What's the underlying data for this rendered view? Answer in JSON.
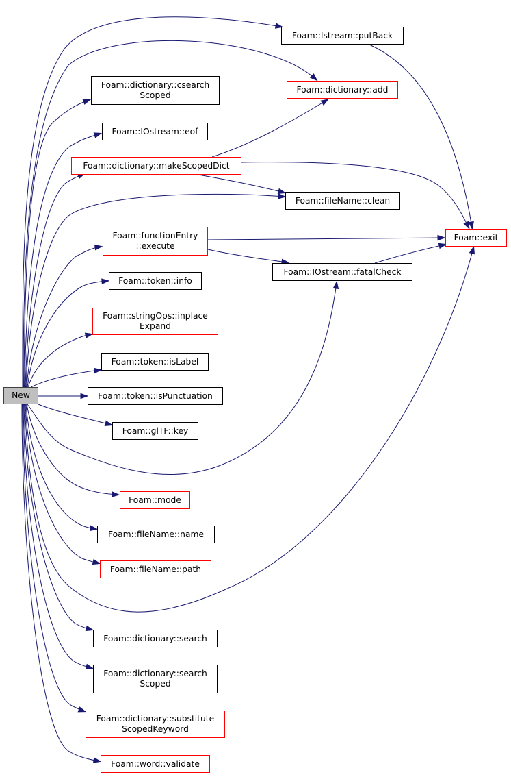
{
  "colors": {
    "edge": "#191970",
    "external_border": "#ff0000",
    "border": "#000000",
    "root_fill": "#bfbfbf"
  },
  "root": {
    "label": "New"
  },
  "nodes": [
    {
      "id": "istream-putback",
      "lines": [
        "Foam::Istream::putBack"
      ],
      "external": false
    },
    {
      "id": "dictionary-csearchscoped",
      "lines": [
        "Foam::dictionary::csearch",
        "Scoped"
      ],
      "external": false
    },
    {
      "id": "dictionary-add",
      "lines": [
        "Foam::dictionary::add"
      ],
      "external": true
    },
    {
      "id": "iostream-eof",
      "lines": [
        "Foam::IOstream::eof"
      ],
      "external": false
    },
    {
      "id": "dictionary-makescopeddict",
      "lines": [
        "Foam::dictionary::makeScopedDict"
      ],
      "external": true
    },
    {
      "id": "filename-clean",
      "lines": [
        "Foam::fileName::clean"
      ],
      "external": false
    },
    {
      "id": "functionentry-execute",
      "lines": [
        "Foam::functionEntry",
        "::execute"
      ],
      "external": true
    },
    {
      "id": "exit",
      "lines": [
        "Foam::exit"
      ],
      "external": true
    },
    {
      "id": "iostream-fatalcheck",
      "lines": [
        "Foam::IOstream::fatalCheck"
      ],
      "external": false
    },
    {
      "id": "token-info",
      "lines": [
        "Foam::token::info"
      ],
      "external": false
    },
    {
      "id": "stringops-inplaceexpand",
      "lines": [
        "Foam::stringOps::inplace",
        "Expand"
      ],
      "external": true
    },
    {
      "id": "token-islabel",
      "lines": [
        "Foam::token::isLabel"
      ],
      "external": false
    },
    {
      "id": "token-ispunctuation",
      "lines": [
        "Foam::token::isPunctuation"
      ],
      "external": false
    },
    {
      "id": "gltf-key",
      "lines": [
        "Foam::glTF::key"
      ],
      "external": false
    },
    {
      "id": "mode",
      "lines": [
        "Foam::mode"
      ],
      "external": true
    },
    {
      "id": "filename-name",
      "lines": [
        "Foam::fileName::name"
      ],
      "external": false
    },
    {
      "id": "filename-path",
      "lines": [
        "Foam::fileName::path"
      ],
      "external": true
    },
    {
      "id": "dictionary-search",
      "lines": [
        "Foam::dictionary::search"
      ],
      "external": false
    },
    {
      "id": "dictionary-searchscoped",
      "lines": [
        "Foam::dictionary::search",
        "Scoped"
      ],
      "external": false
    },
    {
      "id": "dictionary-substitutescopedkeyword",
      "lines": [
        "Foam::dictionary::substitute",
        "ScopedKeyword"
      ],
      "external": true
    },
    {
      "id": "word-validate",
      "lines": [
        "Foam::word::validate"
      ],
      "external": true
    }
  ],
  "edges": [
    {
      "from": "new",
      "to": "istream-putback"
    },
    {
      "from": "new",
      "to": "dictionary-add"
    },
    {
      "from": "new",
      "to": "dictionary-csearchscoped"
    },
    {
      "from": "new",
      "to": "iostream-eof"
    },
    {
      "from": "new",
      "to": "dictionary-makescopeddict"
    },
    {
      "from": "new",
      "to": "filename-clean"
    },
    {
      "from": "new",
      "to": "functionentry-execute"
    },
    {
      "from": "new",
      "to": "token-info"
    },
    {
      "from": "new",
      "to": "stringops-inplaceexpand"
    },
    {
      "from": "new",
      "to": "token-islabel"
    },
    {
      "from": "new",
      "to": "token-ispunctuation"
    },
    {
      "from": "new",
      "to": "gltf-key"
    },
    {
      "from": "new",
      "to": "iostream-fatalcheck"
    },
    {
      "from": "new",
      "to": "mode"
    },
    {
      "from": "new",
      "to": "filename-name"
    },
    {
      "from": "new",
      "to": "filename-path"
    },
    {
      "from": "new",
      "to": "exit"
    },
    {
      "from": "new",
      "to": "dictionary-search"
    },
    {
      "from": "new",
      "to": "dictionary-searchscoped"
    },
    {
      "from": "new",
      "to": "dictionary-substitutescopedkeyword"
    },
    {
      "from": "new",
      "to": "word-validate"
    },
    {
      "from": "istream-putback",
      "to": "exit"
    },
    {
      "from": "dictionary-makescopeddict",
      "to": "dictionary-add"
    },
    {
      "from": "dictionary-makescopeddict",
      "to": "filename-clean"
    },
    {
      "from": "dictionary-makescopeddict",
      "to": "exit"
    },
    {
      "from": "functionentry-execute",
      "to": "exit"
    },
    {
      "from": "functionentry-execute",
      "to": "iostream-fatalcheck"
    },
    {
      "from": "iostream-fatalcheck",
      "to": "exit"
    }
  ]
}
